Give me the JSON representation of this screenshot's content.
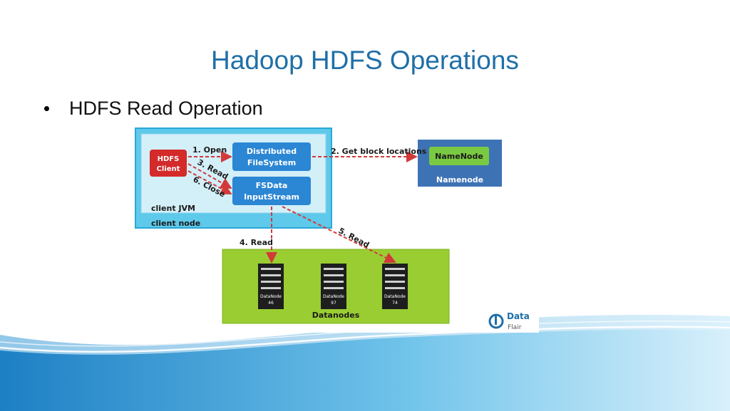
{
  "slide": {
    "title": "Hadoop HDFS Operations",
    "bullet": "HDFS Read Operation"
  },
  "diagram": {
    "client_node_label": "client node",
    "client_jvm_label": "client JVM",
    "hdfs_client": [
      "HDFS",
      "Client"
    ],
    "distributed_fs": [
      "Distributed",
      "FileSystem"
    ],
    "fsdata_stream": [
      "FSData",
      "InputStream"
    ],
    "namenode_inner": "NameNode",
    "namenode_label": "Namenode",
    "datanodes_label": "Datanodes",
    "steps": {
      "open": "1. Open",
      "get_block": "2. Get block locations",
      "read3": "3. Read",
      "read4": "4. Read",
      "read5": "5. Read",
      "close": "6. Close"
    },
    "datanodes": [
      {
        "label": "DataNode",
        "id": "46"
      },
      {
        "label": "DataNode",
        "id": "97"
      },
      {
        "label": "DataNode",
        "id": "74"
      }
    ],
    "logo": {
      "line1": "Data",
      "line2": "Flair"
    }
  },
  "colors": {
    "title": "#1f6fa8",
    "client_node_bg": "#5ec9ea",
    "client_jvm_bg": "#d3eff8",
    "box_blue": "#2b86d4",
    "hdfs_client_red": "#d42a2a",
    "namenode_box": "#3d73b5",
    "namenode_inner": "#7ac943",
    "datanodes_green": "#9acd32",
    "arrow_red": "#d23a3a"
  }
}
